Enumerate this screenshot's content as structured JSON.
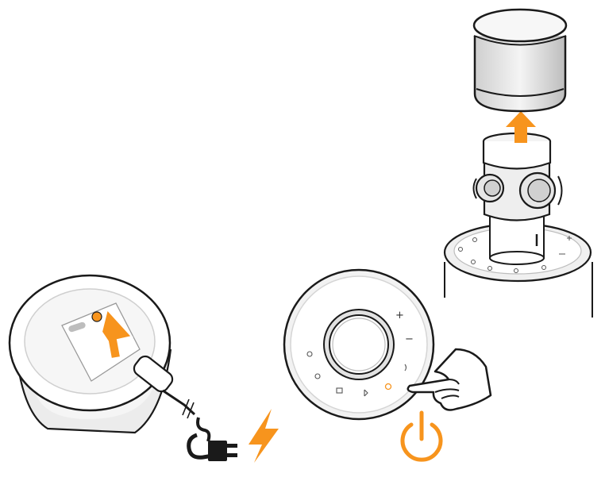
{
  "figure": {
    "colors": {
      "accent": "#F7941D",
      "stroke": "#1A1A1A",
      "light_gray": "#F2F2F2",
      "mid_gray": "#D9D9D9",
      "dark_gray": "#BDBDBD"
    },
    "panels": [
      {
        "name": "panel-remove-cover",
        "icons": [
          "speaker-cover-icon",
          "up-arrow-icon",
          "camera-module-icon",
          "base-icon"
        ]
      },
      {
        "name": "panel-connect-power",
        "icons": [
          "device-top-icon",
          "push-arrow-icon",
          "usb-cable-icon",
          "power-plug-icon",
          "lightning-icon"
        ]
      },
      {
        "name": "panel-power-on",
        "icons": [
          "control-dial-icon",
          "pointing-hand-icon",
          "power-symbol-icon"
        ]
      }
    ],
    "dial_labels": {
      "plus": "+",
      "minus": "−"
    }
  }
}
